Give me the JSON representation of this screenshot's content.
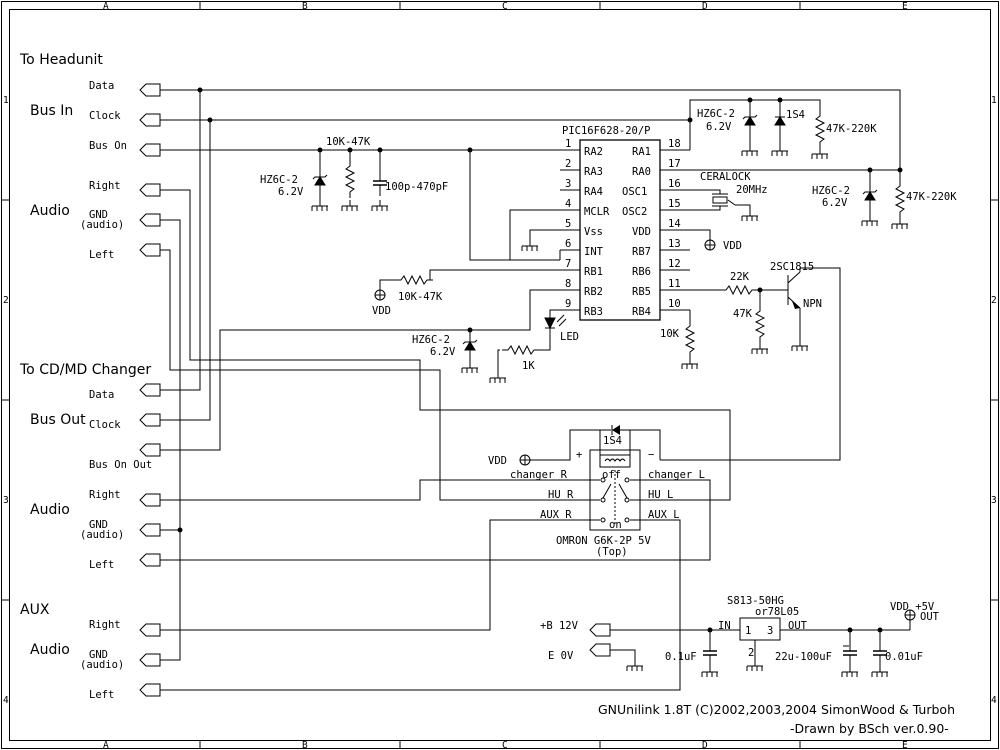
{
  "border": {
    "cols": [
      "A",
      "B",
      "C",
      "D",
      "E"
    ],
    "rows": [
      "1",
      "2",
      "3",
      "4"
    ]
  },
  "sections": {
    "headunit": "To Headunit",
    "bus_in": "Bus In",
    "audio": "Audio",
    "changer": "To CD/MD Changer",
    "bus_out": "Bus Out",
    "aux": "AUX"
  },
  "ports": {
    "data": "Data",
    "clock": "Clock",
    "bus_on": "Bus On",
    "right": "Right",
    "gnd": "GND",
    "gnd_sub": "(audio)",
    "left": "Left",
    "bus_on_out": "Bus On Out",
    "plus_b": "+B 12V",
    "e_0v": "E 0V"
  },
  "mcu": {
    "name": "PIC16F628-20/P",
    "left_pins": [
      {
        "num": "1",
        "name": "RA2"
      },
      {
        "num": "2",
        "name": "RA3"
      },
      {
        "num": "3",
        "name": "RA4"
      },
      {
        "num": "4",
        "name": "MCLR"
      },
      {
        "num": "5",
        "name": "Vss"
      },
      {
        "num": "6",
        "name": "INT"
      },
      {
        "num": "7",
        "name": "RB1"
      },
      {
        "num": "8",
        "name": "RB2"
      },
      {
        "num": "9",
        "name": "RB3"
      }
    ],
    "right_pins": [
      {
        "num": "18",
        "name": "RA1"
      },
      {
        "num": "17",
        "name": "RA0"
      },
      {
        "num": "16",
        "name": "OSC1"
      },
      {
        "num": "15",
        "name": "OSC2"
      },
      {
        "num": "14",
        "name": "VDD"
      },
      {
        "num": "13",
        "name": "RB7"
      },
      {
        "num": "12",
        "name": "RB6"
      },
      {
        "num": "11",
        "name": "RB5"
      },
      {
        "num": "10",
        "name": "RB4"
      }
    ]
  },
  "parts": {
    "r_busin": "10K-47K",
    "zener": "HZ6C-2",
    "zener_v": "6.2V",
    "cap_busin": "100p-470pF",
    "r_int": "10K-47K",
    "vdd": "VDD",
    "diode": "1S4",
    "r_pull": "47K-220K",
    "ceralock": "CERALOCK",
    "ceralock_f": "20MHz",
    "transistor": "2SC1815",
    "npn": "NPN",
    "r_base": "22K",
    "r_be": "47K",
    "r_rb4": "10K",
    "led": "LED",
    "r_led": "1K",
    "regulator": "S813-50HG",
    "regulator_alt": "or78L05",
    "reg_in": "IN",
    "reg_out": "OUT",
    "reg_pin1": "1",
    "reg_pin2": "2",
    "reg_pin3": "3",
    "c_in": "0.1uF",
    "c_out1": "22u-100uF",
    "c_out2": "0.01uF",
    "vdd_out": "VDD +5V",
    "out": "OUT"
  },
  "relay": {
    "name": "OMRON G6K-2P 5V",
    "view": "(Top)",
    "diode": "1S4",
    "plus": "+",
    "minus": "−",
    "vdd": "VDD",
    "changer_r": "changer R",
    "changer_l": "changer L",
    "hu_r": "HU R",
    "hu_l": "HU L",
    "aux_r": "AUX R",
    "aux_l": "AUX L",
    "off": "off",
    "on": "on"
  },
  "credits": {
    "line1": "GNUnilink 1.8T (C)2002,2003,2004 SimonWood & Turboh",
    "line2": "-Drawn by BSch ver.0.90-"
  }
}
